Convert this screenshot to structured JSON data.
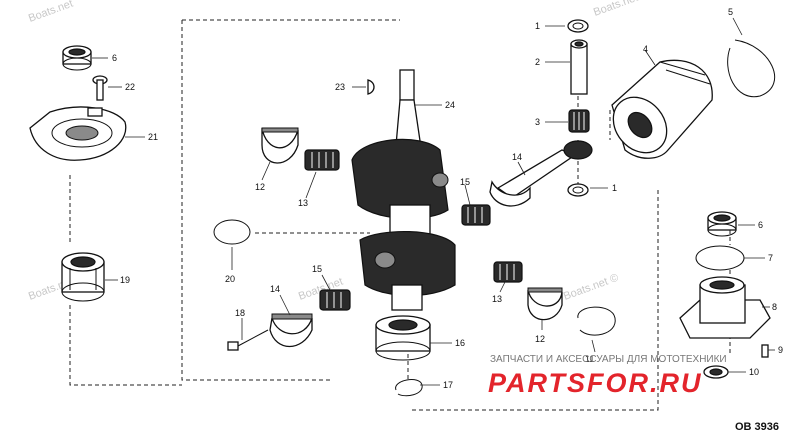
{
  "diagram": {
    "code": "OB 3936",
    "watermarks": {
      "top_left": "Boats.net",
      "top_right": "Boats.net",
      "left": "Boats.net ©",
      "center": "Boats.net",
      "right": "Boats.net ©"
    },
    "brand": {
      "name": "PARTSFOR.RU",
      "subtitle": "ЗАПЧАСТИ И АКСЕССУАРЫ ДЛЯ МОТОТЕХНИКИ"
    },
    "callouts": {
      "c1a": "1",
      "c2": "2",
      "c3": "3",
      "c4": "4",
      "c5": "5",
      "c6a": "6",
      "c22": "22",
      "c21": "21",
      "c23": "23",
      "c24": "24",
      "c12a": "12",
      "c13a": "13",
      "c14a": "14",
      "c15a": "15",
      "c1b": "1",
      "c20": "20",
      "c19": "19",
      "c15b": "15",
      "c14b": "14",
      "c13b": "13",
      "c18": "18",
      "c12b": "12",
      "c16": "16",
      "c11": "11",
      "c17": "17",
      "c6b": "6",
      "c7": "7",
      "c8": "8",
      "c9": "9",
      "c10": "10"
    }
  }
}
